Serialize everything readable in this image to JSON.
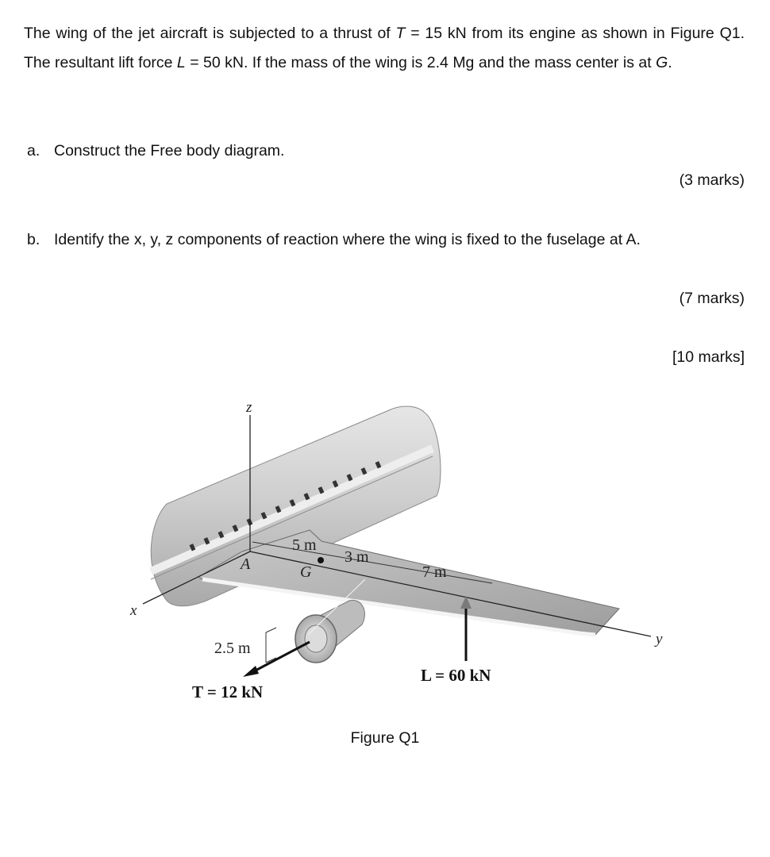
{
  "problem": {
    "intro_part1": "The wing of the jet aircraft is subjected to a thrust of ",
    "T_symbol": "T",
    "intro_part2": " = 15 kN from its engine as shown in Figure Q1. The resultant lift force ",
    "L_symbol": "L",
    "intro_part3": " = 50 kN. If the mass of the wing is 2.4 Mg and the mass center is at ",
    "G_symbol": "G",
    "intro_part4": "."
  },
  "questions": [
    {
      "letter": "a.",
      "text": "Construct the Free body diagram.",
      "marks": "(3 marks)"
    },
    {
      "letter": "b.",
      "text": "Identify the x, y, z components of reaction where the wing is fixed to the fuselage at A.",
      "marks": "(7 marks)"
    }
  ],
  "total_marks": "[10 marks]",
  "figure": {
    "axis_z": "z",
    "axis_x": "x",
    "axis_y": "y",
    "point_A": "A",
    "point_G": "G",
    "dim_5m": "5 m",
    "dim_3m": "3 m",
    "dim_7m": "7 m",
    "dim_2_5m": "2.5 m",
    "thrust_label": "T = 12 kN",
    "lift_label": "L = 60 kN",
    "caption": "Figure Q1"
  }
}
